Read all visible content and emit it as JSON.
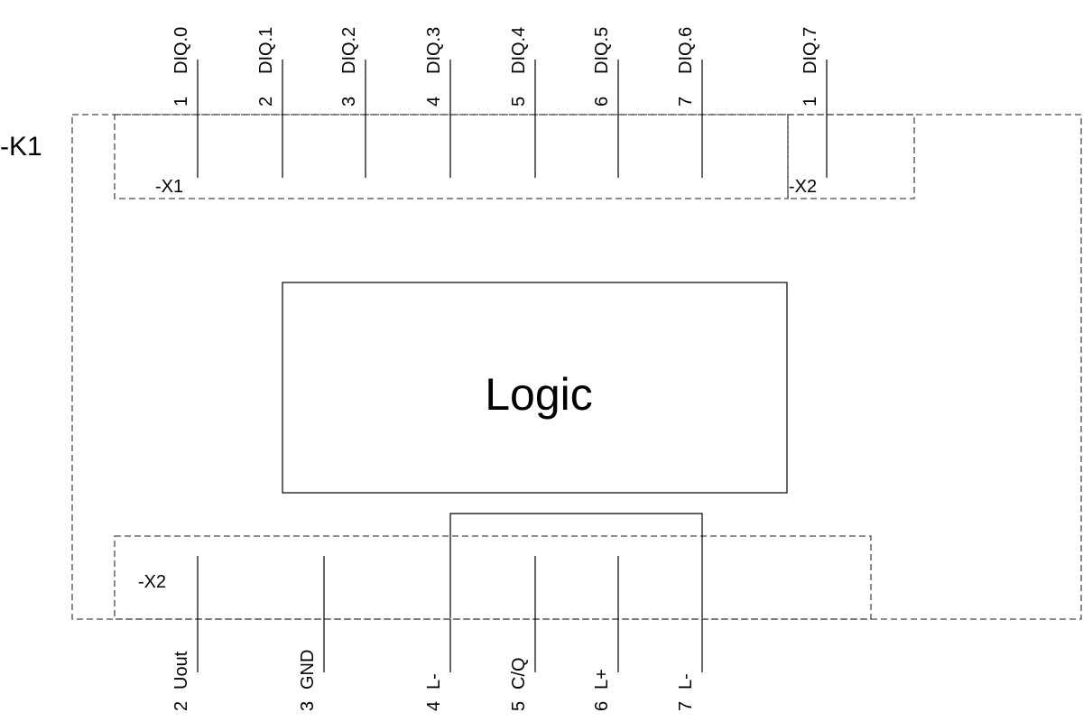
{
  "device_label": "-K1",
  "logic_label": "Logic",
  "top_connector_x1": "-X1",
  "top_connector_x2": "-X2",
  "bottom_connector_x2": "-X2",
  "top_pins": [
    {
      "number": "1",
      "signal": "DIQ.0"
    },
    {
      "number": "2",
      "signal": "DIQ.1"
    },
    {
      "number": "3",
      "signal": "DIQ.2"
    },
    {
      "number": "4",
      "signal": "DIQ.3"
    },
    {
      "number": "5",
      "signal": "DIQ.4"
    },
    {
      "number": "6",
      "signal": "DIQ.5"
    },
    {
      "number": "7",
      "signal": "DIQ.6"
    },
    {
      "number": "1",
      "signal": "DIQ.7"
    }
  ],
  "bottom_pins": [
    {
      "number": "2",
      "signal": "Uout"
    },
    {
      "number": "3",
      "signal": "GND"
    },
    {
      "number": "4",
      "signal": "L-"
    },
    {
      "number": "5",
      "signal": "C/Q"
    },
    {
      "number": "6",
      "signal": "L+"
    },
    {
      "number": "7",
      "signal": "L-"
    }
  ]
}
